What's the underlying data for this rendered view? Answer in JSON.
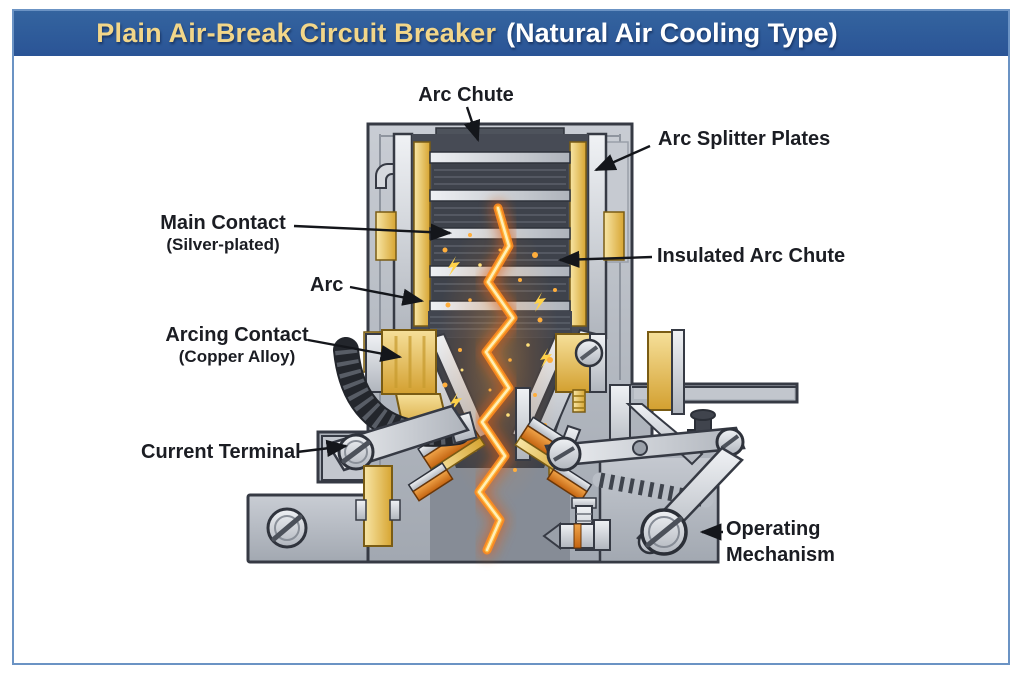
{
  "header": {
    "title_main": "Plain Air-Break Circuit Breaker",
    "title_suffix": "(Natural Air Cooling Type)"
  },
  "labels": {
    "arc_chute": "Arc Chute",
    "arc_splitter_plates": "Arc Splitter Plates",
    "main_contact": "Main Contact",
    "main_contact_sub": "(Silver-plated)",
    "arc": "Arc",
    "arcing_contact": "Arcing Contact",
    "arcing_contact_sub": "(Copper Alloy)",
    "current_terminal": "Current Terminal",
    "insulated_arc_chute": "Insulated Arc Chute",
    "operating_mechanism": "Operating Mechanism"
  },
  "colors": {
    "header_bg": "#2d5aa0",
    "header_title_text": "#f2d689",
    "header_suffix_text": "#ffffff",
    "frame_border": "#6b93c4",
    "label_text": "#1b1d23",
    "case_gray": "#b7bcc4",
    "dark_outline": "#363a44",
    "chute_dark": "#474b55",
    "gold": "#e8c45c",
    "copper": "#d97a1e",
    "arc_core": "#ffefb8",
    "arc_orange": "#ff8c1e"
  }
}
